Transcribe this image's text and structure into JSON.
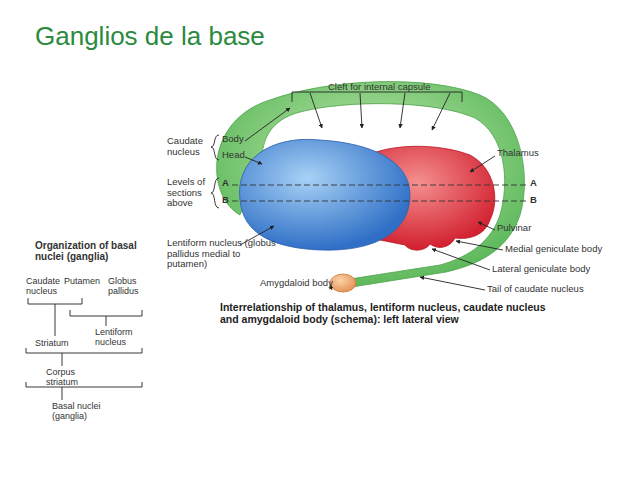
{
  "diagram": {
    "title": "Ganglios de la base",
    "caption": "Interrelationship of thalamus, lentiform nucleus, caudate nucleus and amygdaloid body (schema): left lateral view",
    "labels": [
      "Cleft for internal capsule",
      "Caudate nucleus",
      "Body",
      "Head",
      "Thalamus",
      "Levels of sections above",
      "A",
      "B",
      "A",
      "B",
      "Pulvinar",
      "Medial geniculate body",
      "Lentiform nucleus (globus pallidus medial to putamen)",
      "Lateral geniculate body",
      "Amygdaloid body",
      "Tail of caudate nucleus",
      "Organization of basal nuclei (ganglia)",
      "Caudate nucleus",
      "Putamen",
      "Globus pallidus",
      "Lentiform nucleus",
      "Striatum",
      "Corpus striatum",
      "Basal nuclei (ganglia)"
    ]
  }
}
